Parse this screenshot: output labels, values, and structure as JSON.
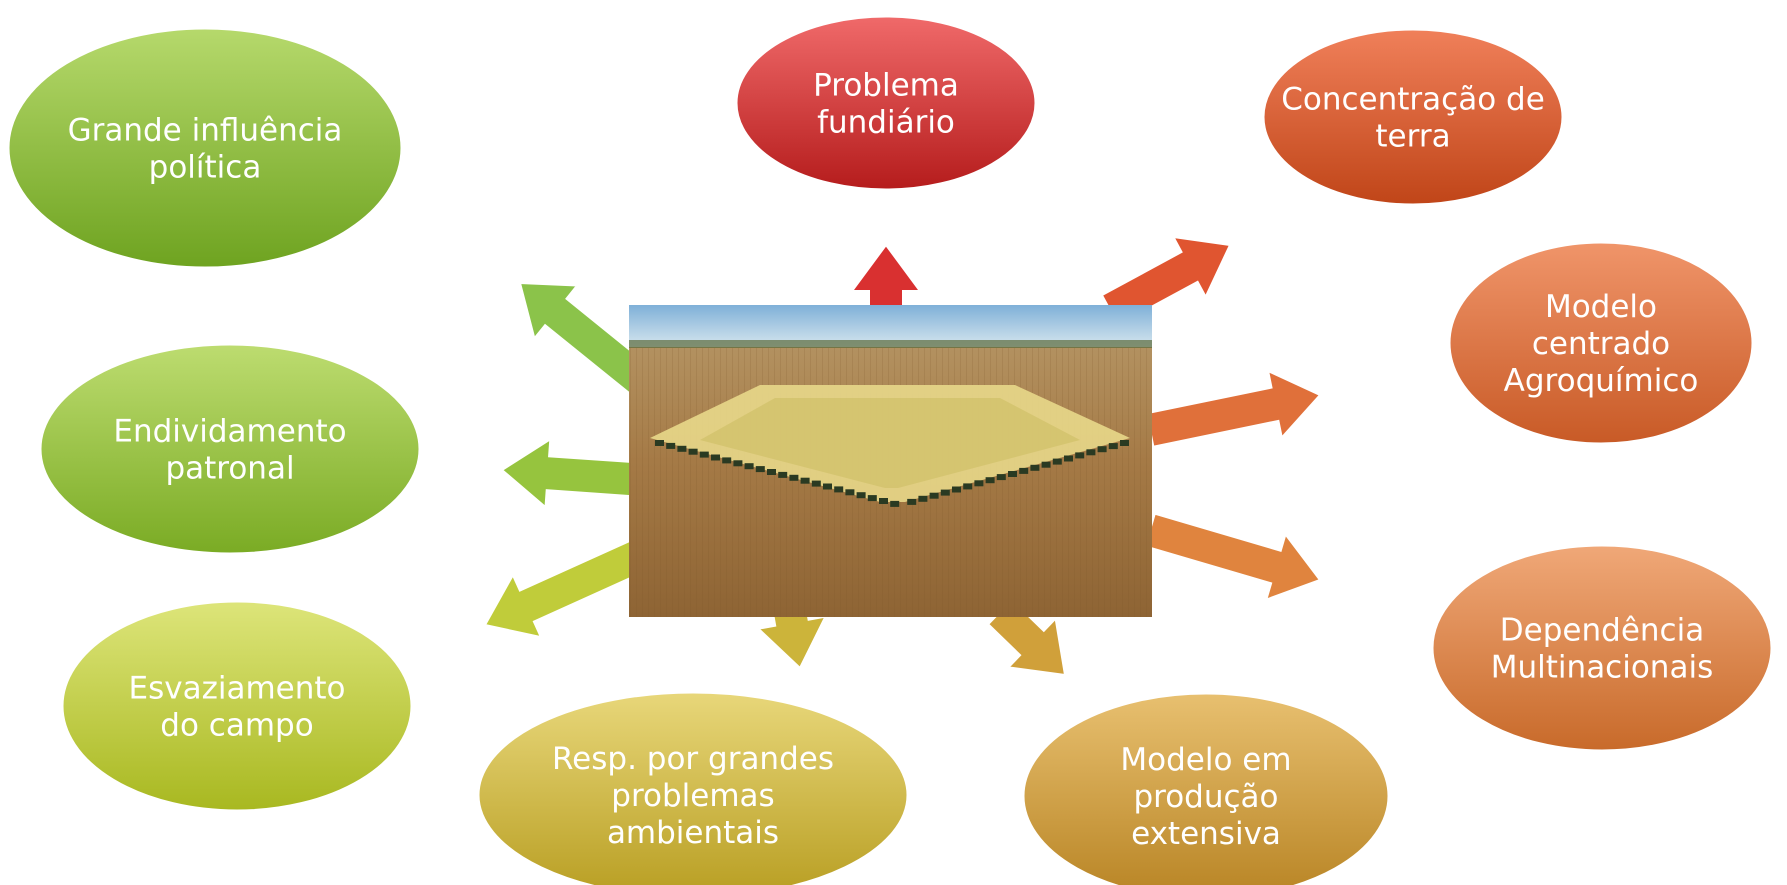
{
  "center_image": {
    "name": "photo",
    "description_visible": false
  },
  "nodes": [
    {
      "id": "grande-influencia",
      "lines": [
        "Grande influência",
        "política"
      ],
      "color_top": "#b6d96c",
      "color_bottom": "#6ea320",
      "arrow_color": "#8bc34a"
    },
    {
      "id": "problema-fundiario",
      "lines": [
        "Problema",
        "fundiário"
      ],
      "color_top": "#f06a6a",
      "color_bottom": "#b51c1c",
      "arrow_color": "#d93030"
    },
    {
      "id": "concentracao-terra",
      "lines": [
        "Concentração de",
        "terra"
      ],
      "color_top": "#f0805a",
      "color_bottom": "#c04518",
      "arrow_color": "#e05530"
    },
    {
      "id": "modelo-agroquimico",
      "lines": [
        "Modelo",
        "centrado",
        "Agroquímico"
      ],
      "color_top": "#f0956a",
      "color_bottom": "#c85a26",
      "arrow_color": "#e0703a"
    },
    {
      "id": "endividamento",
      "lines": [
        "Endividamento",
        "patronal"
      ],
      "color_top": "#bddc70",
      "color_bottom": "#7aab24",
      "arrow_color": "#96c43e"
    },
    {
      "id": "dependencia",
      "lines": [
        "Dependência",
        "Multinacionais"
      ],
      "color_top": "#f0a878",
      "color_bottom": "#c86a2a",
      "arrow_color": "#e0843e"
    },
    {
      "id": "esvaziamento",
      "lines": [
        "Esvaziamento",
        "do campo"
      ],
      "color_top": "#dde57a",
      "color_bottom": "#a8b820",
      "arrow_color": "#c0cc3a"
    },
    {
      "id": "resp-ambientais",
      "lines": [
        "Resp. por grandes",
        "problemas",
        "ambientais"
      ],
      "color_top": "#e8d77a",
      "color_bottom": "#b89e22",
      "arrow_color": "#ccb43a"
    },
    {
      "id": "modelo-extensiva",
      "lines": [
        "Modelo em",
        "produção",
        "extensiva"
      ],
      "color_top": "#e8c070",
      "color_bottom": "#b88424",
      "arrow_color": "#d0a03a"
    }
  ]
}
